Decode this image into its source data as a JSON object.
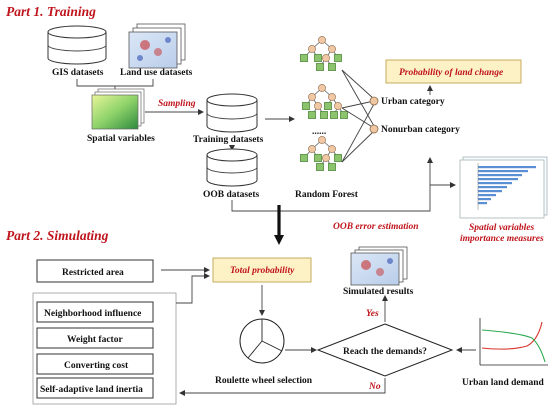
{
  "part1": {
    "title": "Part 1. Training",
    "gis": "GIS datasets",
    "landuse": "Land use datasets",
    "spatial": "Spatial variables",
    "sampling": "Sampling",
    "training": "Training datasets",
    "oob": "OOB datasets",
    "ellipsis": "......",
    "rf": "Random Forest",
    "urban": "Urban category",
    "nonurban": "Nonurban category",
    "prob_change": "Probability of land change",
    "oob_error": "OOB error estimation",
    "importance_l1": "Spatial variables",
    "importance_l2": "importance measures"
  },
  "part2": {
    "title": "Part 2. Simulating",
    "restricted": "Restricted area",
    "total_prob": "Total probability",
    "neighborhood": "Neighborhood influence",
    "weight": "Weight factor",
    "converting": "Converting cost",
    "inertia": "Self-adaptive land inertia",
    "simulated": "Simulated results",
    "roulette": "Roulette wheel selection",
    "reach": "Reach the demands?",
    "yes": "Yes",
    "no": "No",
    "demand": "Urban land demand"
  },
  "colors": {
    "accent_red": "#c0141c",
    "highlight_fill": "#fdf2c6",
    "tree_node_root": "#f2c7a4",
    "tree_leaf": "#8bc46c",
    "curve_green": "#2ea84f",
    "curve_red": "#d9342b"
  }
}
